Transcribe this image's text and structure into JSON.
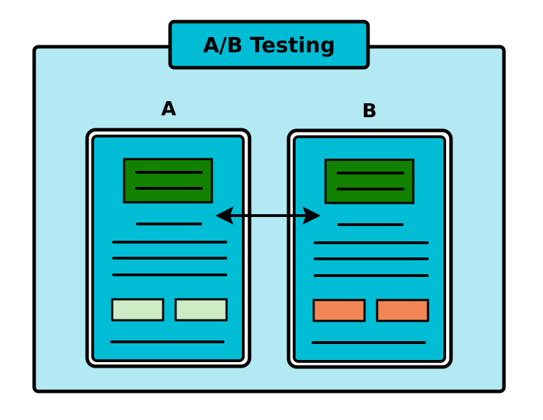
{
  "title": "A/B Testing",
  "variants": [
    {
      "label": "A",
      "button_color": "#cdebc5"
    },
    {
      "label": "B",
      "button_color": "#f28554"
    }
  ],
  "colors": {
    "outer_panel": "#b3e9f2",
    "title_box": "#00bdd6",
    "page_bg": "#00bdd6",
    "header_block": "#138100",
    "stroke": "#000000",
    "page_frame": "#ffffff"
  },
  "icons": {
    "comparison_arrow": "double-headed-arrow-icon"
  }
}
